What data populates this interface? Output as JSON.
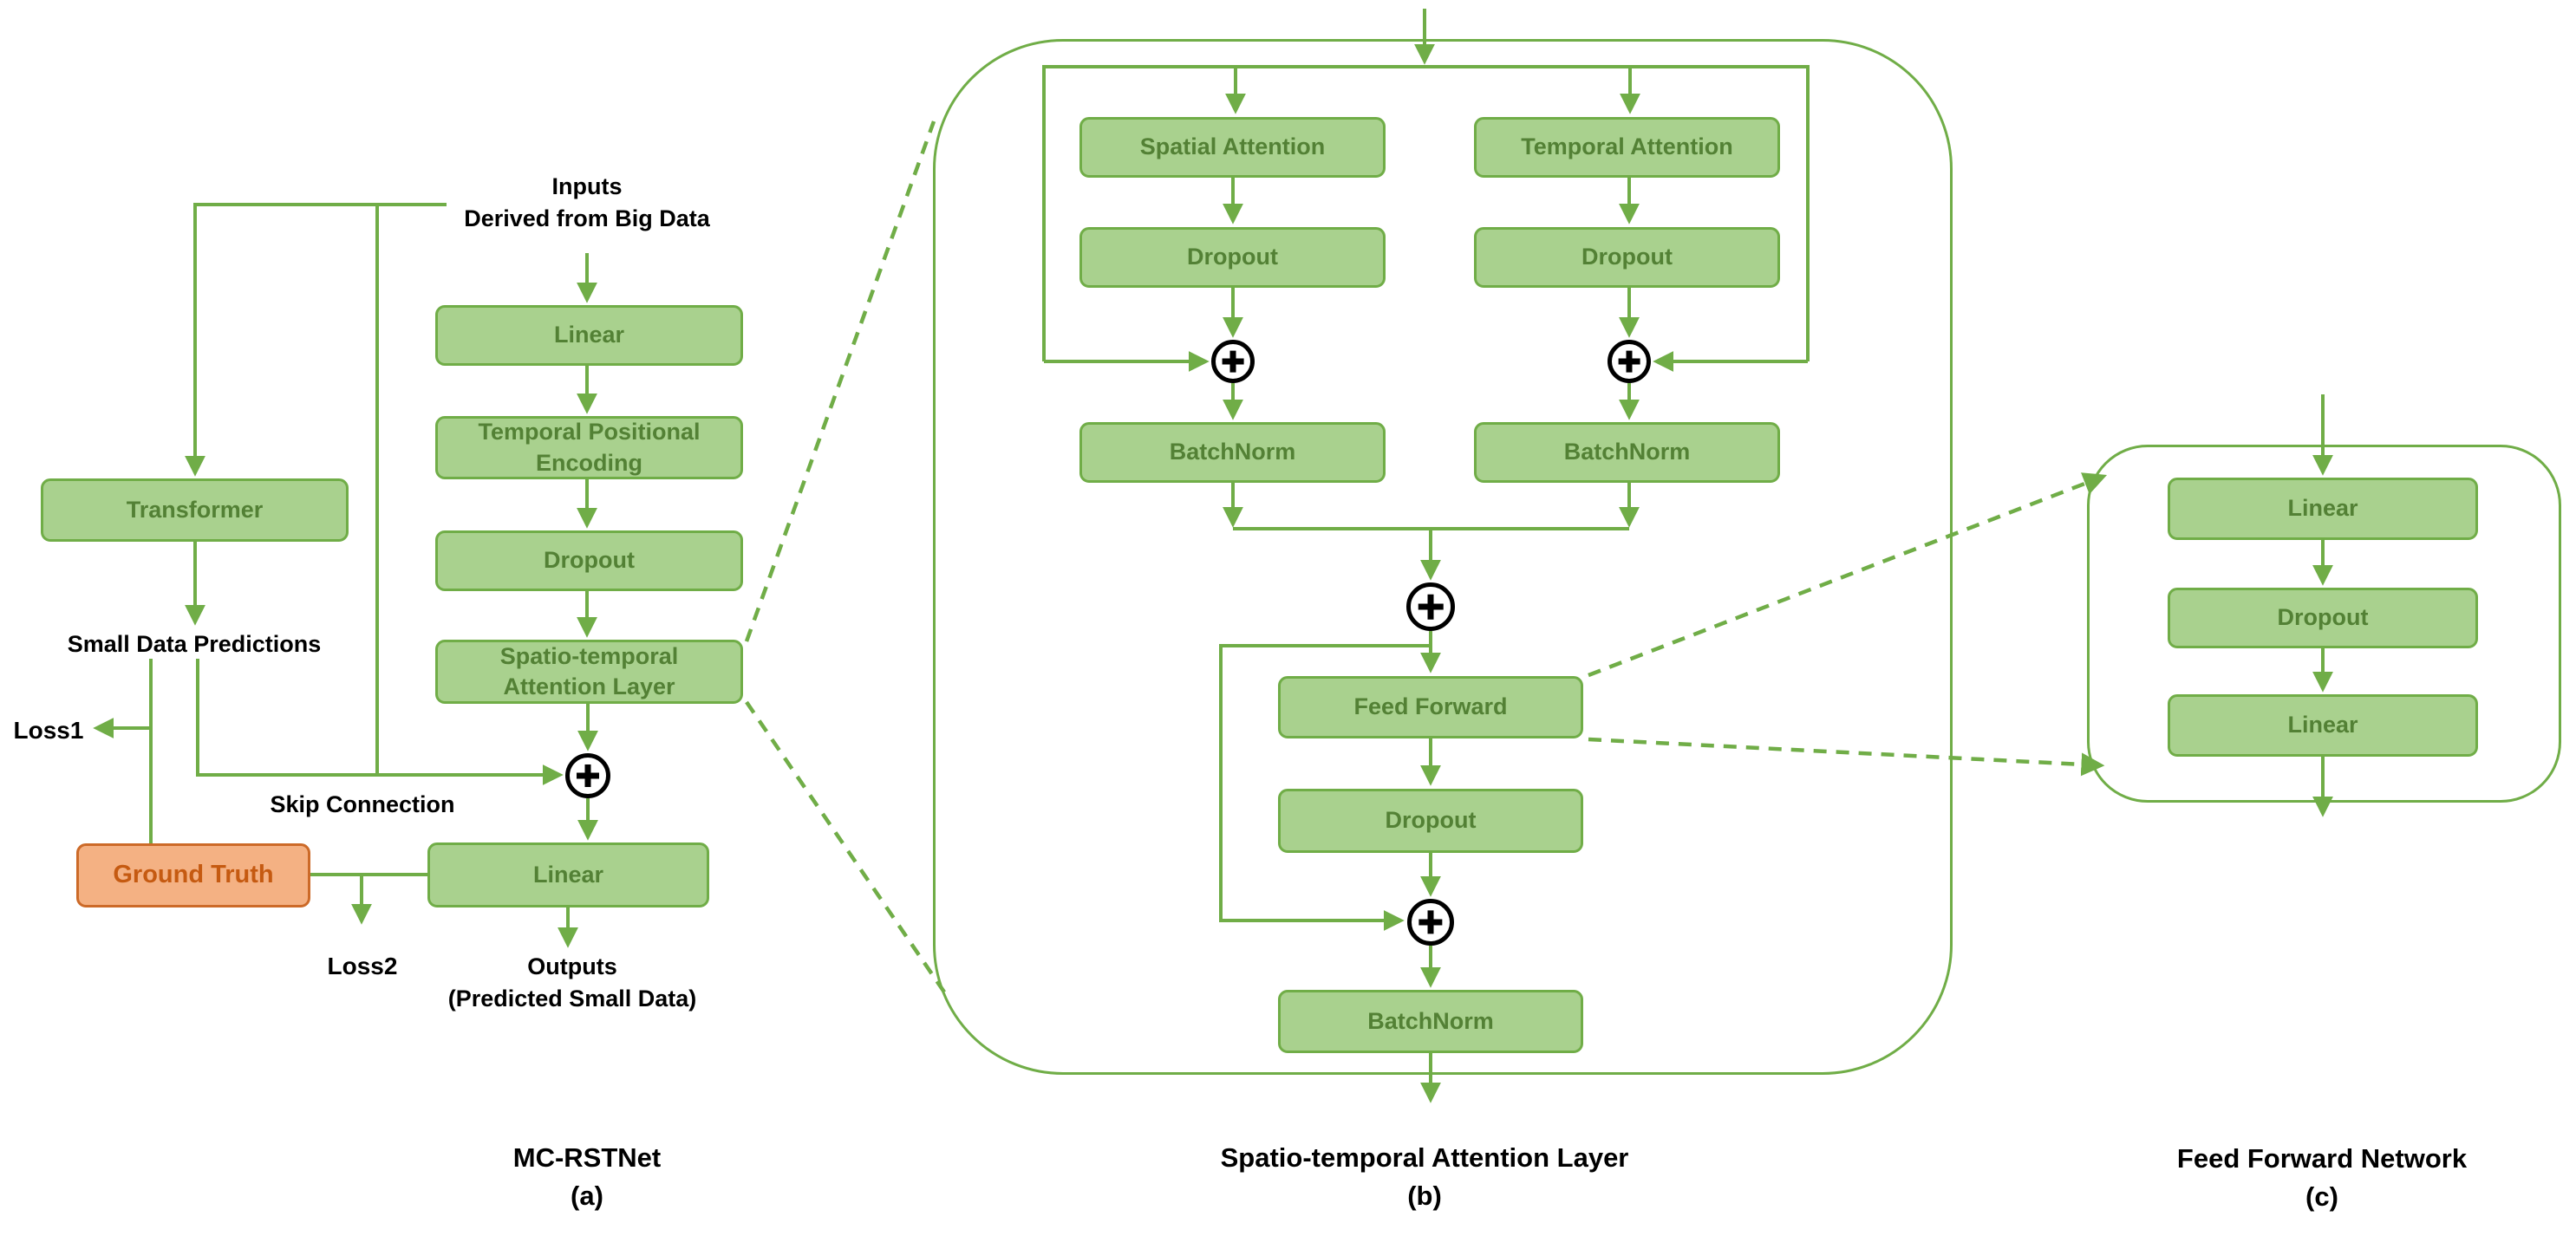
{
  "colors": {
    "box_fill": "#A9D18E",
    "box_border": "#70AD47",
    "box_text": "#538135",
    "arrow_green": "#70AD47",
    "orange_fill": "#F4B183",
    "orange_border": "#CC6A28",
    "orange_text": "#C55A11",
    "add_node": "#000000",
    "label_text": "#000000"
  },
  "panel_a": {
    "inputs_title": "Inputs",
    "inputs_subtitle": "Derived from Big Data",
    "linear_top": "Linear",
    "temporal_positional_encoding": "Temporal Positional Encoding",
    "dropout": "Dropout",
    "spatio_temporal_attention_layer": "Spatio-temporal Attention Layer",
    "transformer": "Transformer",
    "small_data_predictions": "Small Data Predictions",
    "loss1": "Loss1",
    "skip_connection": "Skip Connection",
    "ground_truth": "Ground Truth",
    "loss2": "Loss2",
    "linear_bottom": "Linear",
    "outputs_title": "Outputs",
    "outputs_subtitle": "(Predicted Small Data)",
    "title": "MC-RSTNet",
    "subtitle": "(a)"
  },
  "panel_b": {
    "spatial_attention": "Spatial Attention",
    "temporal_attention": "Temporal Attention",
    "dropout_spatial": "Dropout",
    "dropout_temporal": "Dropout",
    "batchnorm_spatial": "BatchNorm",
    "batchnorm_temporal": "BatchNorm",
    "feed_forward": "Feed Forward",
    "dropout_ff": "Dropout",
    "batchnorm_out": "BatchNorm",
    "title": "Spatio-temporal Attention Layer",
    "subtitle": "(b)"
  },
  "panel_c": {
    "linear_1": "Linear",
    "dropout": "Dropout",
    "linear_2": "Linear",
    "title": "Feed Forward Network",
    "subtitle": "(c)"
  }
}
